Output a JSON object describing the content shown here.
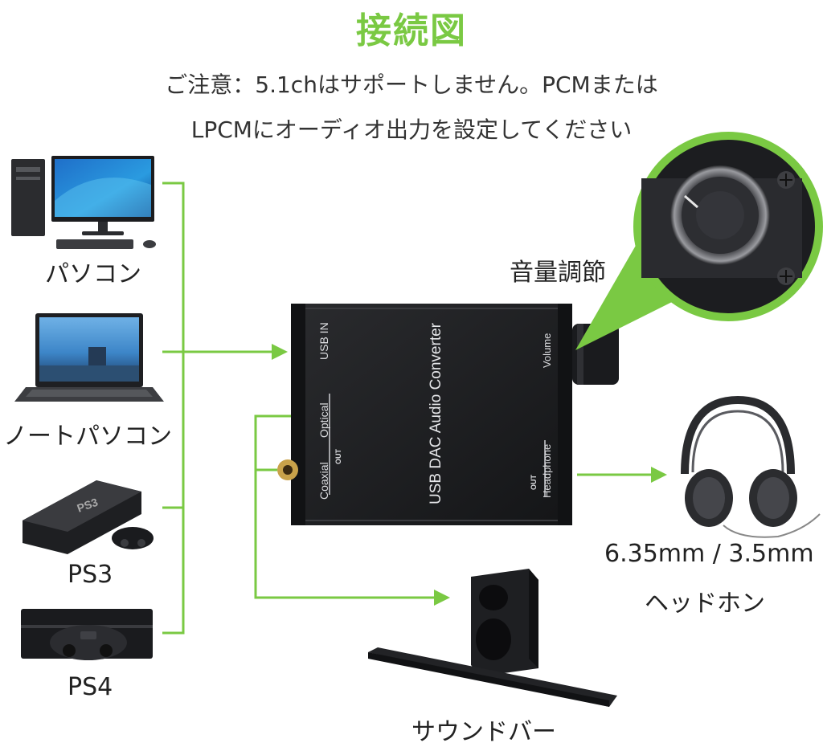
{
  "title": "接続図",
  "note": {
    "line1": "ご注意：5.1chはサポートしません。PCMまたは",
    "line2": "LPCMにオーディオ出力を設定してください"
  },
  "sources": {
    "pc": "パソコン",
    "laptop": "ノートパソコン",
    "ps3": "PS3",
    "ps4": "PS4"
  },
  "device": {
    "name": "USB DAC Audio Converter",
    "usb_in": "USB IN",
    "optical": "Optical",
    "coaxial": "Coaxial",
    "out": "OUT",
    "headphone": "Headphone",
    "volume": "Volume",
    "ps3_logo": "PS3"
  },
  "volume_callout": "音量調節",
  "outputs": {
    "headphone_size": "6.35mm / 3.5mm",
    "headphone": "ヘッドホン",
    "soundbar": "サウンドバー"
  },
  "colors": {
    "accent": "#7ac943",
    "device": "#1e1f21",
    "text": "#222222"
  }
}
